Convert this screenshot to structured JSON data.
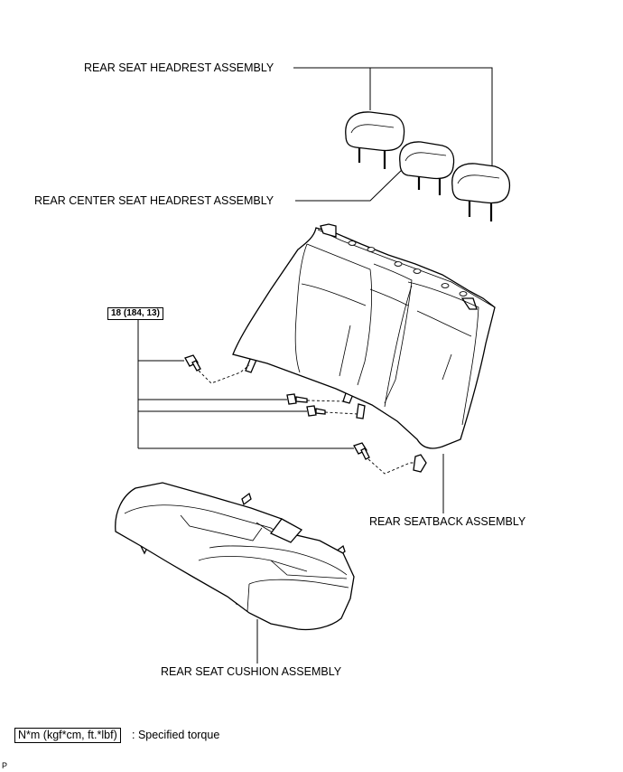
{
  "labels": {
    "headrest": "REAR SEAT HEADREST ASSEMBLY",
    "center_headrest": "REAR CENTER SEAT HEADREST ASSEMBLY",
    "seatback": "REAR SEATBACK ASSEMBLY",
    "cushion": "REAR SEAT CUSHION ASSEMBLY",
    "torque_value": "18 (184, 13)"
  },
  "legend": {
    "unit_box": "N*m (kgf*cm, ft.*lbf)",
    "description": ": Specified torque"
  },
  "corner_mark": "P"
}
